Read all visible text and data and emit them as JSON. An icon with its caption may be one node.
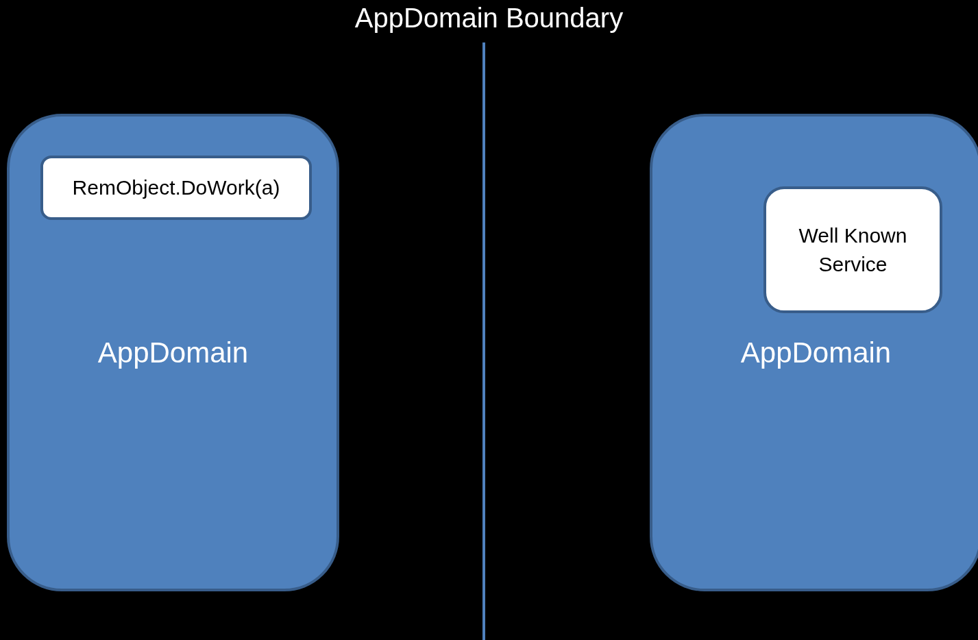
{
  "diagram": {
    "title": "AppDomain Boundary",
    "nodes": [
      {
        "text": [
          "AppDomain"
        ]
      },
      {
        "text": [
          "RemObject.DoWork(a)"
        ],
        "in": 0
      },
      {
        "text": [
          "AppDomain"
        ]
      },
      {
        "text": [
          "Well Known Service"
        ],
        "in": 2
      }
    ]
  }
}
